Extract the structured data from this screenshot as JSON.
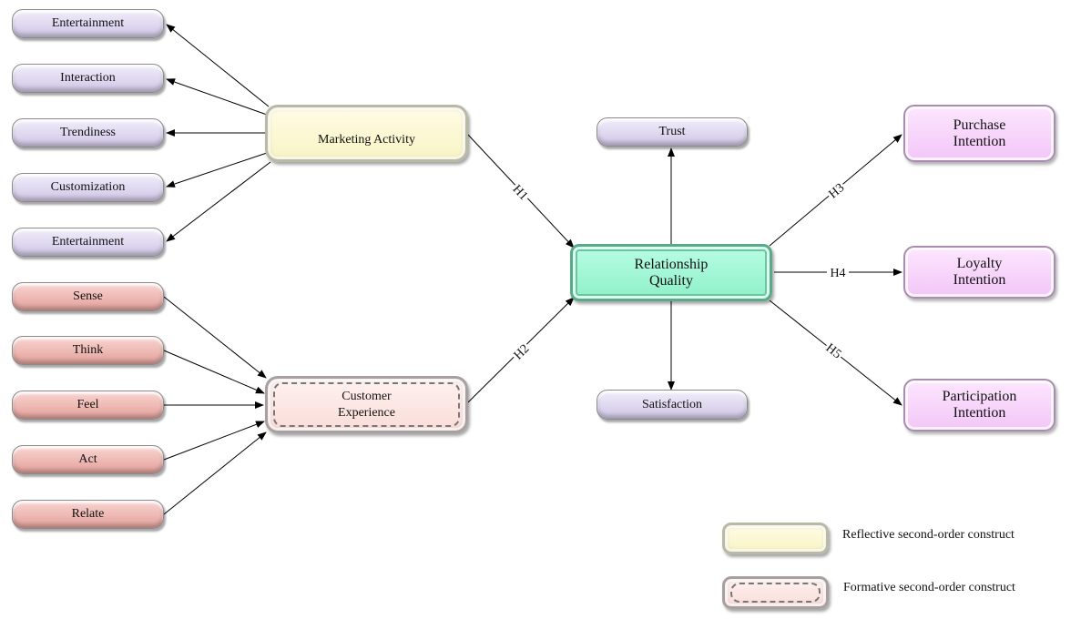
{
  "marketing_activity": {
    "label": "Marketing Activity",
    "indicators": [
      "Entertainment",
      "Interaction",
      "Trendiness",
      "Customization",
      "Entertainment"
    ]
  },
  "customer_experience": {
    "label": "Customer\nExperience",
    "indicators": [
      "Sense",
      "Think",
      "Feel",
      "Act",
      "Relate"
    ]
  },
  "relationship_quality": {
    "label": "Relationship\nQuality",
    "indicators": [
      "Trust",
      "Satisfaction"
    ]
  },
  "outcomes": [
    "Purchase\nIntention",
    "Loyalty\nIntention",
    "Participation\nIntention"
  ],
  "hypotheses": [
    "H1",
    "H2",
    "H3",
    "H4",
    "H5"
  ],
  "legend": {
    "reflective": "Reflective second-order  construct",
    "formative": "Formative second-order construct"
  },
  "colors": {
    "reflective_fill": "#f8f4c4",
    "formative_fill": "#f9dcd8",
    "relationship_fill": "#8ff0c8",
    "outcome_fill": "#f2c6f7",
    "indicator_lavender": "#ddd6ef",
    "indicator_pink": "#edb5b0"
  }
}
